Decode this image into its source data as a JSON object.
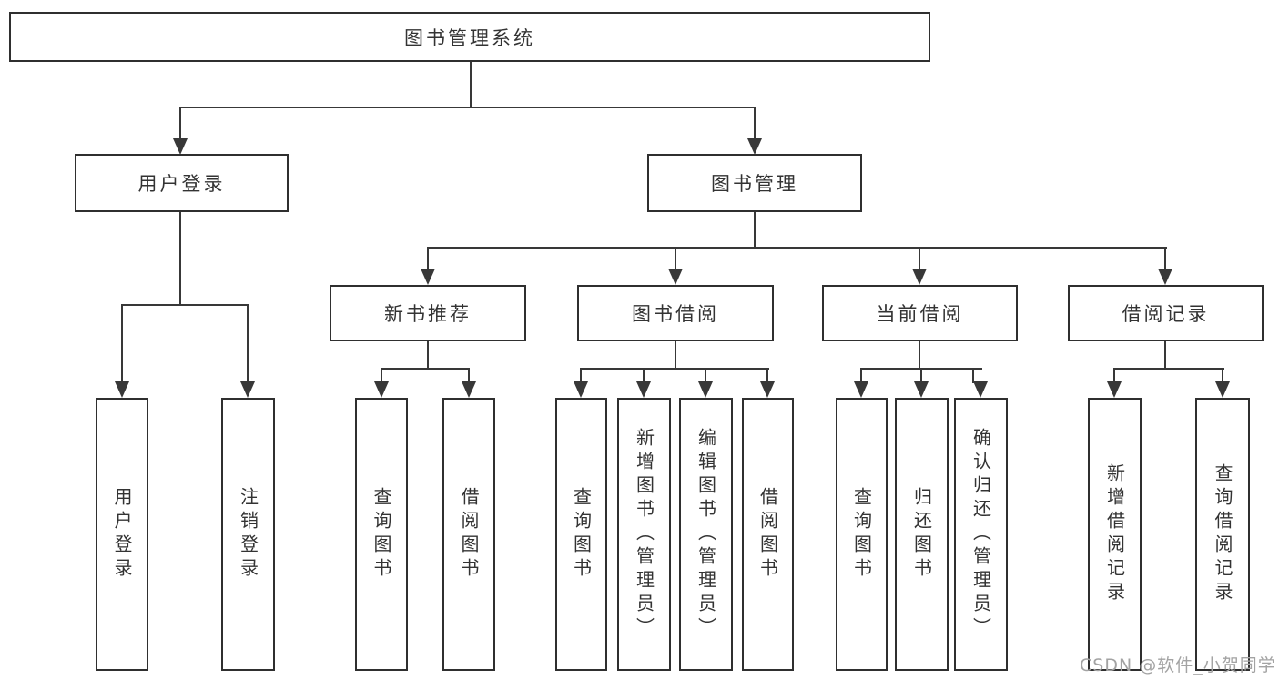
{
  "diagram": {
    "root": {
      "label": "图书管理系统"
    },
    "level2": [
      {
        "label": "用户登录"
      },
      {
        "label": "图书管理"
      }
    ],
    "level3": [
      {
        "label": "新书推荐"
      },
      {
        "label": "图书借阅"
      },
      {
        "label": "当前借阅"
      },
      {
        "label": "借阅记录"
      }
    ],
    "leaves": [
      {
        "label": "用户登录"
      },
      {
        "label": "注销登录"
      },
      {
        "label": "查询图书"
      },
      {
        "label": "借阅图书"
      },
      {
        "label": "查询图书"
      },
      {
        "label": "新增图书（管理员）"
      },
      {
        "label": "编辑图书（管理员）"
      },
      {
        "label": "借阅图书"
      },
      {
        "label": "查询图书"
      },
      {
        "label": "归还图书"
      },
      {
        "label": "确认归还（管理员）"
      },
      {
        "label": "新增借阅记录"
      },
      {
        "label": "查询借阅记录"
      }
    ]
  },
  "watermark": {
    "text": "CSDN @软件_小贺同学"
  },
  "colors": {
    "line": "#383838",
    "box_border": "#2f2f2f",
    "text": "#333333",
    "watermark": "#a3a3a3",
    "background": "#ffffff"
  }
}
